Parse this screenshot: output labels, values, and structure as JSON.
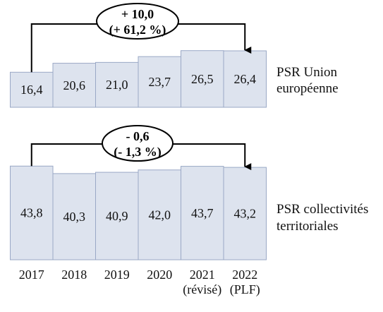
{
  "chart_data": [
    {
      "type": "bar",
      "categories": [
        "2017",
        "2018",
        "2019",
        "2020",
        "2021 (révisé)",
        "2022 (PLF)"
      ],
      "series": [
        {
          "name": "PSR Union européenne",
          "values": [
            16.4,
            20.6,
            21.0,
            23.7,
            26.5,
            26.4
          ]
        }
      ],
      "value_labels": [
        "16,4",
        "20,6",
        "21,0",
        "23,7",
        "26,5",
        "26,4"
      ],
      "series_label_lines": [
        "PSR Union",
        "européenne"
      ],
      "change_annotation": [
        "+ 10,0",
        "(+ 61,2 %)"
      ],
      "colors": {
        "bar_fill": "#dde3ee",
        "bar_stroke": "#9aa8c6"
      }
    },
    {
      "type": "bar",
      "categories": [
        "2017",
        "2018",
        "2019",
        "2020",
        "2021 (révisé)",
        "2022 (PLF)"
      ],
      "series": [
        {
          "name": "PSR collectivités territoriales",
          "values": [
            43.8,
            40.3,
            40.9,
            42.0,
            43.7,
            43.2
          ]
        }
      ],
      "value_labels": [
        "43,8",
        "40,3",
        "40,9",
        "42,0",
        "43,7",
        "43,2"
      ],
      "series_label_lines": [
        "PSR collectivités",
        "territoriales"
      ],
      "change_annotation": [
        "- 0,6",
        "(- 1,3 %)"
      ],
      "colors": {
        "bar_fill": "#dde3ee",
        "bar_stroke": "#9aa8c6"
      }
    }
  ],
  "x_axis": {
    "category_label_lines": [
      [
        "2017"
      ],
      [
        "2018"
      ],
      [
        "2019"
      ],
      [
        "2020"
      ],
      [
        "2021",
        "(révisé)"
      ],
      [
        "2022",
        "(PLF)"
      ]
    ]
  }
}
